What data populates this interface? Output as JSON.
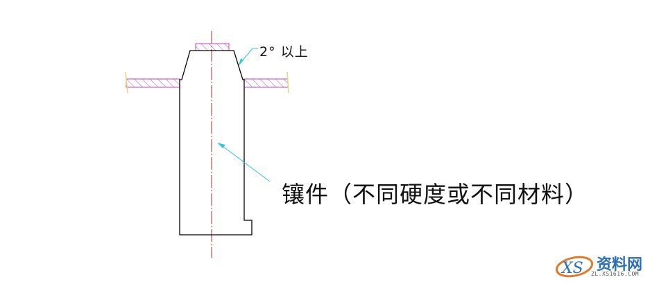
{
  "drawing": {
    "annotations": {
      "angle_label": "2° 以上",
      "insert_label": "镶件（不同硬度或不同材料）"
    },
    "colors": {
      "outline": "#000000",
      "centerline": "#cc2222",
      "hatch": "#c040c0",
      "leader": "#33c6d9",
      "break_mark": "#e8d27a"
    }
  },
  "watermark": {
    "brand": "资料网",
    "logo_letters": "XS",
    "url": "ZL.XS1616.COM"
  }
}
